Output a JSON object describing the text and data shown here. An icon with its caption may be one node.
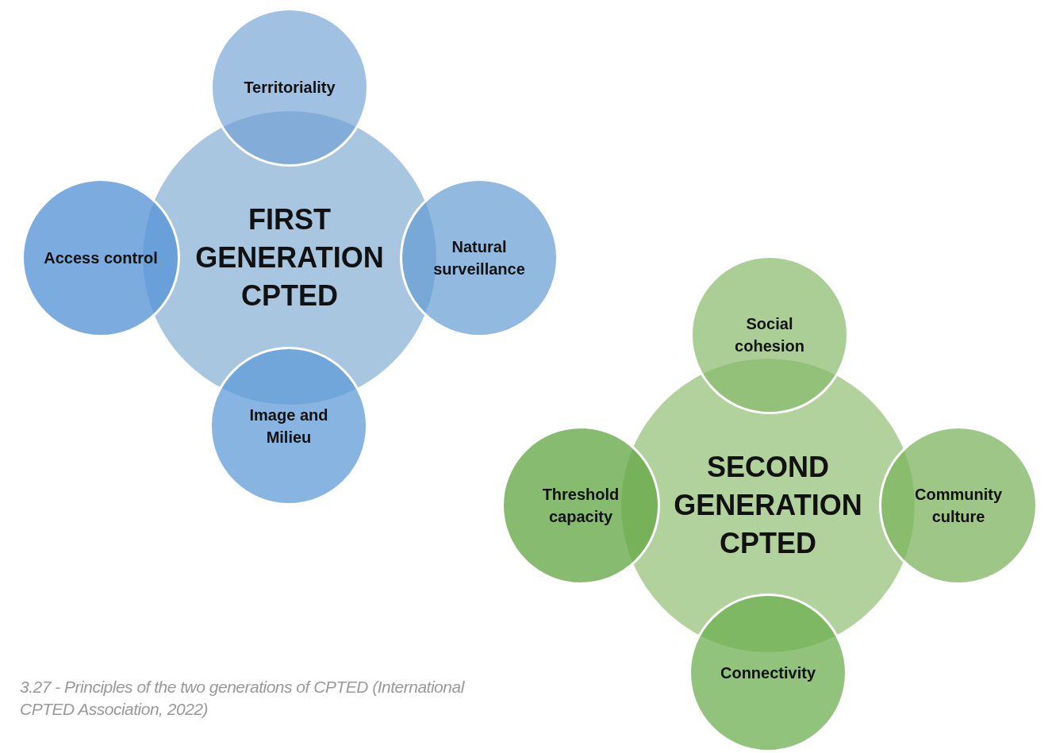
{
  "diagram": {
    "caption": "3.27 - Principles of the two generations of CPTED (International CPTED Association, 2022)",
    "nodes": [
      {
        "text": [
          "FIRST GENERATION CPTED"
        ]
      },
      {
        "text": [
          "Territoriality"
        ]
      },
      {
        "text": [
          "Access control"
        ]
      },
      {
        "text": [
          "Natural surveillance"
        ]
      },
      {
        "text": [
          "Image and Milieu"
        ]
      },
      {
        "text": [
          "SECOND GENERATION CPTED"
        ]
      },
      {
        "text": [
          "Social cohesion"
        ]
      },
      {
        "text": [
          "Threshold capacity"
        ]
      },
      {
        "text": [
          "Community culture"
        ]
      },
      {
        "text": [
          "Connectivity"
        ]
      }
    ]
  }
}
